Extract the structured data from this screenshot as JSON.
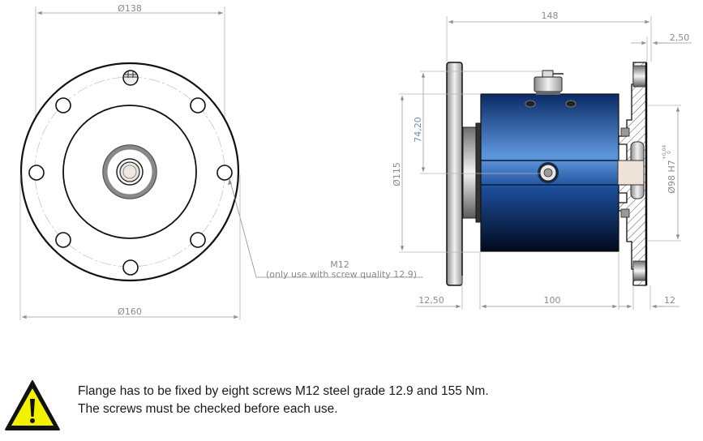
{
  "front_view": {
    "dim_top": "Ø138",
    "dim_bottom": "Ø160",
    "bolt_hole_count": 8,
    "callout_title": "M12",
    "callout_note": "(only use with screw quality 12.9)"
  },
  "side_view": {
    "dim_overall_length": "148",
    "dim_flange_offset": "2,50",
    "dim_height_to_connector": "74,20",
    "dim_body_diameter": "Ø115",
    "dim_bore": "Ø98 H7",
    "dim_bore_tol_upper": "+0,04",
    "dim_bore_tol_lower": "0",
    "dim_left_flange": "12,50",
    "dim_body_length": "100",
    "dim_right_flange": "12",
    "colors": {
      "body_dark": "#02183a",
      "body_light": "#5b93d8",
      "dimension_line": "#9a9a9a"
    }
  },
  "warning": {
    "icon": "warning-triangle-icon",
    "line1": "Flange has to be fixed by eight screws M12 steel grade 12.9 and 155 Nm.",
    "line2": "The screws must be checked before each use.",
    "color": "#f2f200"
  }
}
